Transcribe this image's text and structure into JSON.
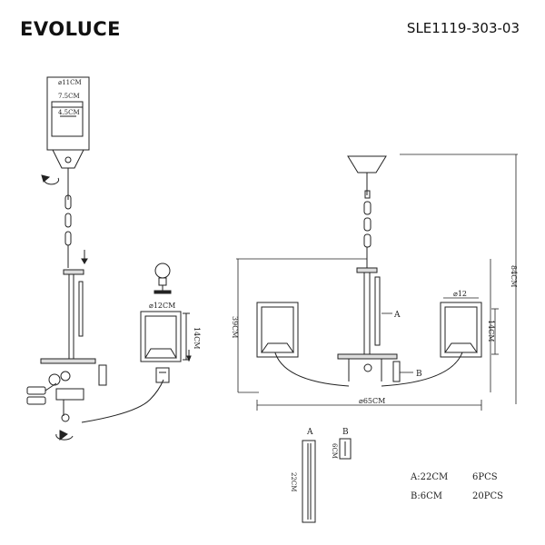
{
  "header": {
    "brand": "EVOLUCE",
    "model": "SLE1119-303-03"
  },
  "detail": {
    "canopy_diameter": "⌀11CM",
    "dim_a": "7.5CM",
    "dim_b": "4.5CM"
  },
  "bulb_shade": {
    "shade_diameter": "⌀12CM",
    "shade_height": "14CM"
  },
  "main": {
    "label_a": "A",
    "label_b": "B",
    "total_height": "84CM",
    "span_height": "39CM",
    "total_width": "⌀65CM",
    "shade_diameter": "⌀12",
    "shade_height": "14CM"
  },
  "parts": {
    "a_label": "A",
    "b_label": "B",
    "a_length": "22CM",
    "b_length": "6CM"
  },
  "legend": [
    {
      "name": "A:22CM",
      "qty": "6PCS"
    },
    {
      "name": "B:6CM",
      "qty": "20PCS"
    }
  ]
}
